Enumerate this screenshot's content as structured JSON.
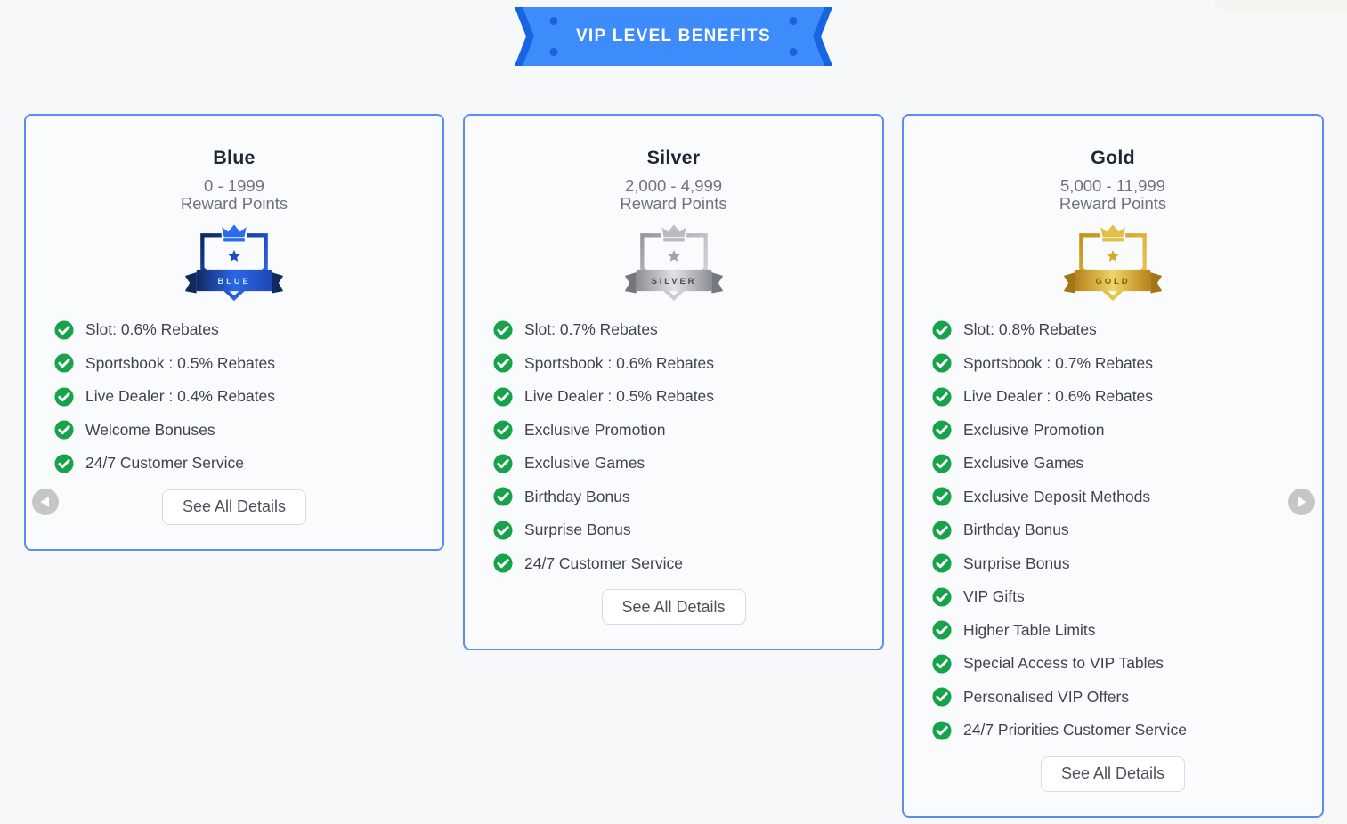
{
  "banner": {
    "title": "VIP LEVEL BENEFITS"
  },
  "colors": {
    "banner_blue": "#3e8cfc",
    "banner_dark_blue": "#1865e0",
    "card_border": "#5d8cf0",
    "check_green": "#17a34a"
  },
  "tiers": [
    {
      "name": "Blue",
      "range": "0 - 1999",
      "range_label": "Reward Points",
      "badge_label": "BLUE",
      "benefits": [
        "Slot: 0.6% Rebates",
        "Sportsbook : 0.5% Rebates",
        "Live Dealer : 0.4% Rebates",
        "Welcome Bonuses",
        "24/7 Customer Service"
      ],
      "cta": "See All Details"
    },
    {
      "name": "Silver",
      "range": "2,000 - 4,999",
      "range_label": "Reward Points",
      "badge_label": "SILVER",
      "benefits": [
        "Slot: 0.7% Rebates",
        "Sportsbook : 0.6% Rebates",
        "Live Dealer : 0.5% Rebates",
        "Exclusive Promotion",
        "Exclusive Games",
        "Birthday Bonus",
        "Surprise Bonus",
        "24/7 Customer Service"
      ],
      "cta": "See All Details"
    },
    {
      "name": "Gold",
      "range": "5,000 - 11,999",
      "range_label": "Reward Points",
      "badge_label": "GOLD",
      "benefits": [
        "Slot: 0.8% Rebates",
        "Sportsbook : 0.7% Rebates",
        "Live Dealer : 0.6% Rebates",
        "Exclusive Promotion",
        "Exclusive Games",
        "Exclusive Deposit Methods",
        "Birthday Bonus",
        "Surprise Bonus",
        "VIP Gifts",
        "Higher Table Limits",
        "Special Access to VIP Tables",
        "Personalised VIP Offers",
        "24/7 Priorities Customer Service"
      ],
      "cta": "See All Details"
    }
  ]
}
